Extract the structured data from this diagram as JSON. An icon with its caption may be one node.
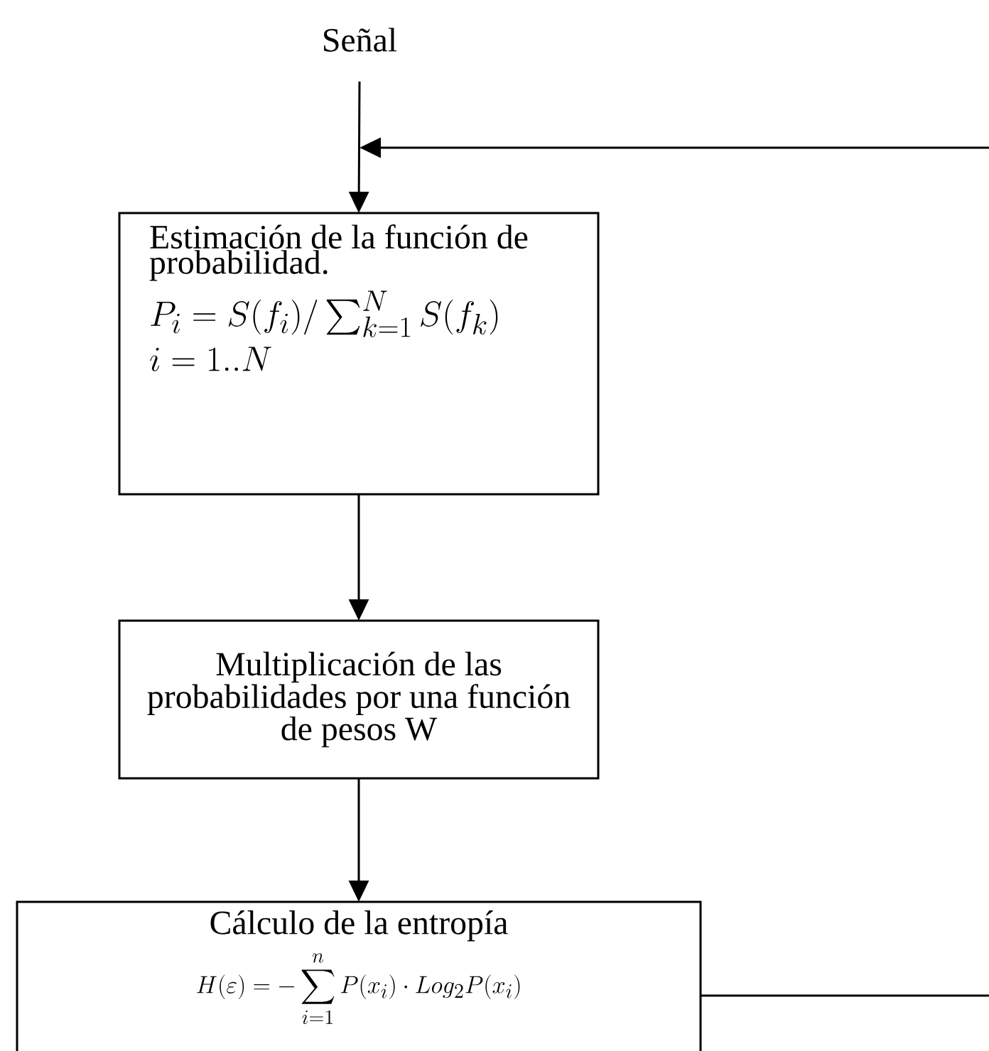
{
  "diagram": {
    "nodes": [
      {
        "text": [
          "Señal"
        ]
      },
      {
        "text": [
          "Estimación de la función de probabilidad.",
          "P_i = S(f_i)/\\sum_{k=1}^{N} S(f_k)",
          "i = 1..N"
        ]
      },
      {
        "text": [
          "Multiplicación de las probabilidades por una función de pesos W"
        ]
      },
      {
        "text": [
          "Cálculo de la entropía",
          "H(\\varepsilon) = -\\sum_{i=1}^{n} P(x_i)\\cdot Log_{2} P(x_i)"
        ]
      }
    ],
    "edges": [
      {
        "from": 0,
        "to": 1,
        "arrow": "to"
      },
      {
        "from": 1,
        "to": 2,
        "arrow": "to"
      },
      {
        "from": 2,
        "to": 3,
        "arrow": "to"
      },
      {
        "from": 3,
        "to": null,
        "arrow": "to"
      }
    ]
  }
}
